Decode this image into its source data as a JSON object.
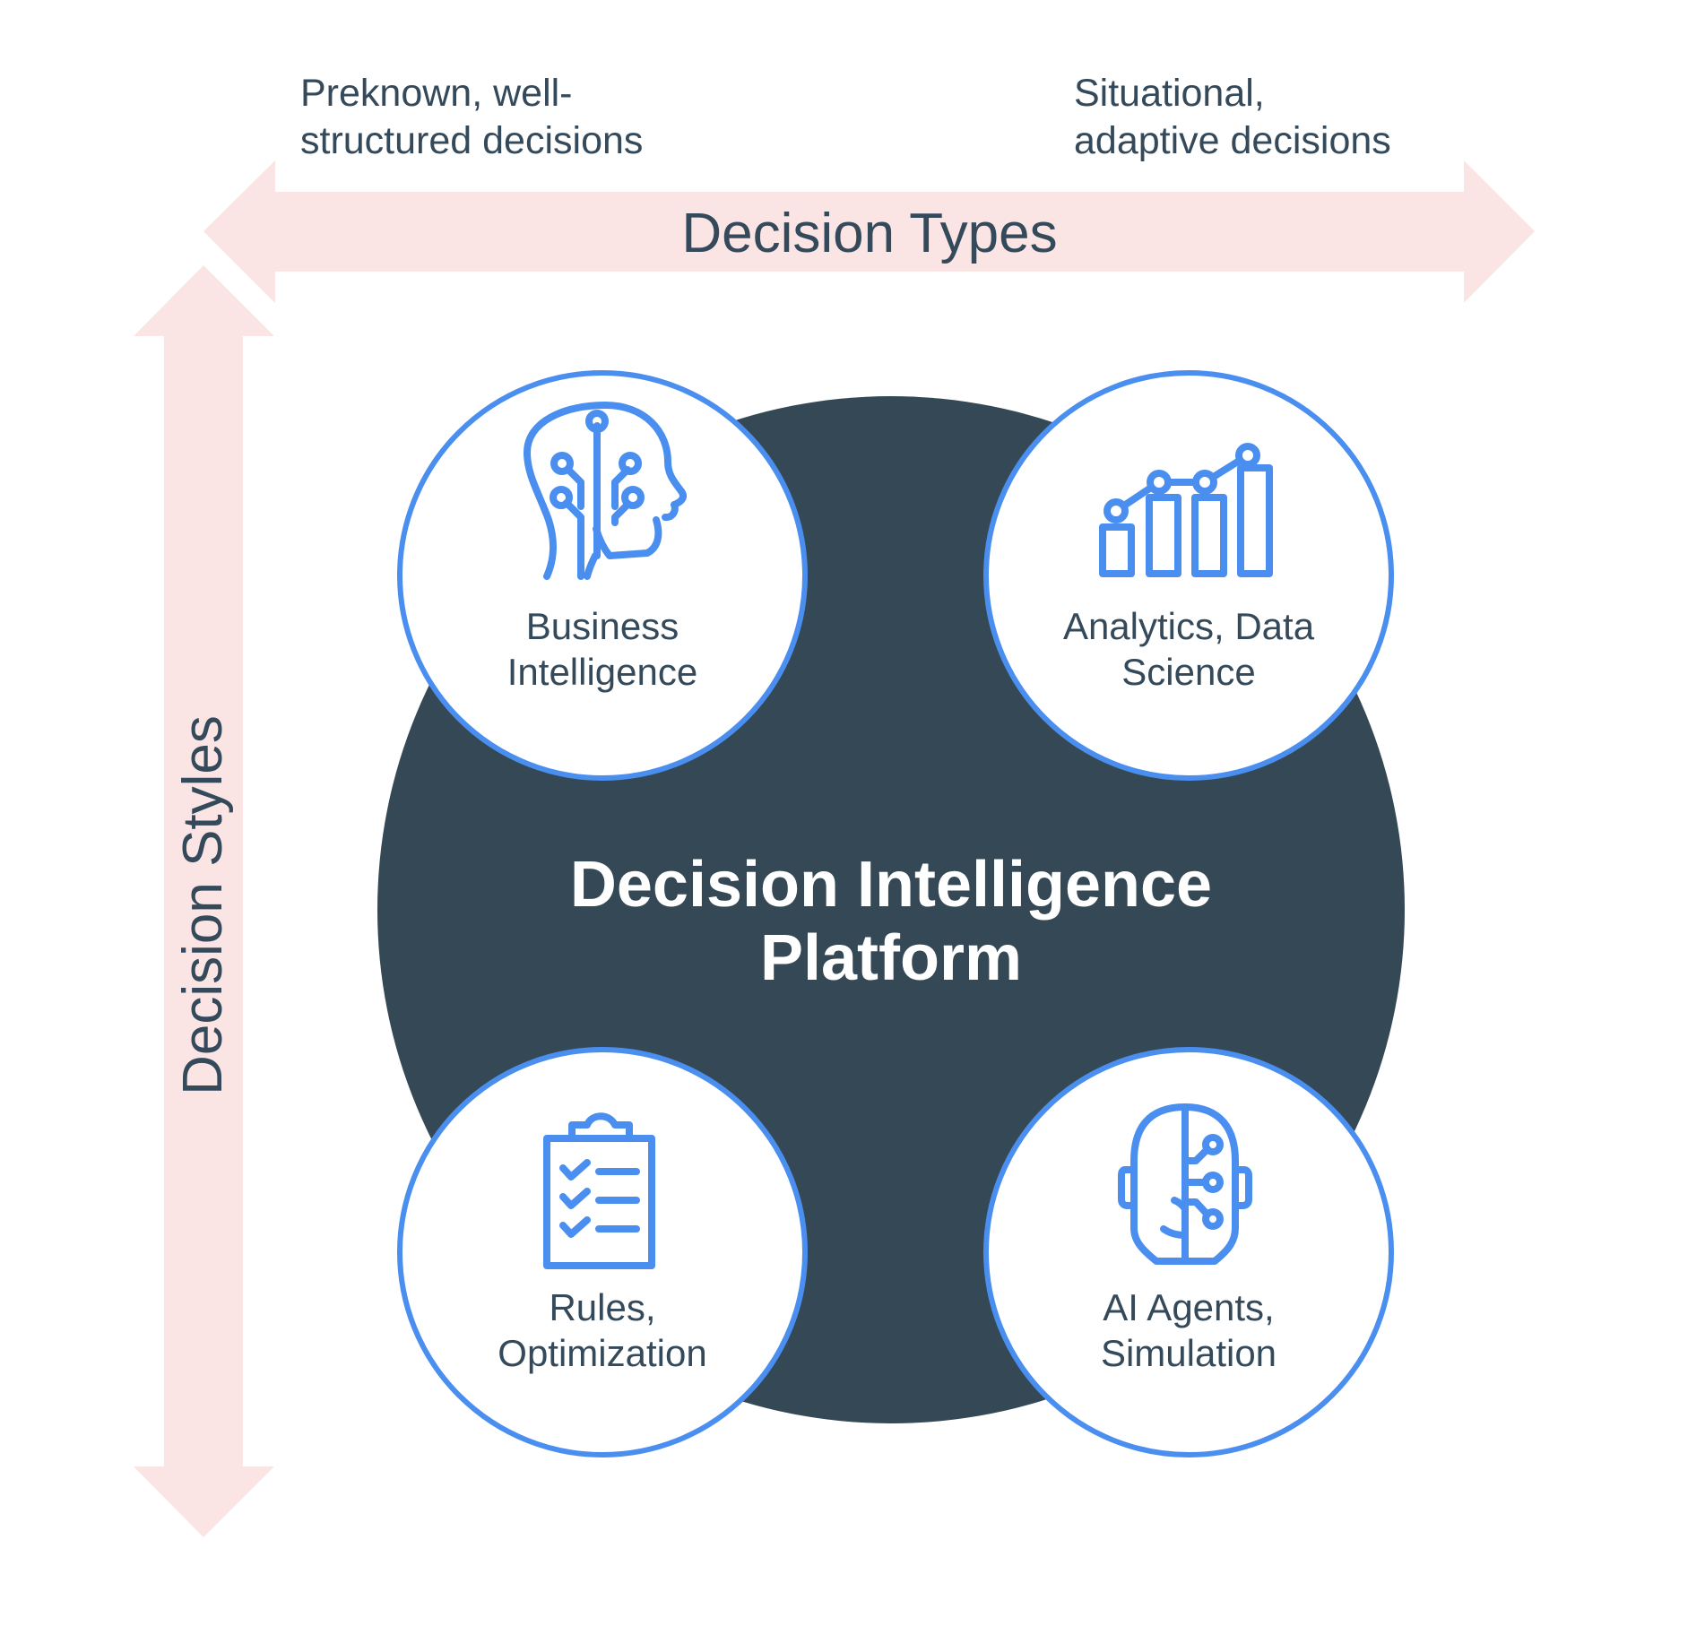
{
  "diagram": {
    "title": "Decision Intelligence Platform",
    "colors": {
      "arrow_fill": "#fbe4e4",
      "hub_fill": "#344856",
      "node_stroke": "#4a8ff0",
      "node_fill": "#ffffff",
      "text": "#34495a",
      "hub_text": "#ffffff",
      "icon": "#4a8ff0"
    },
    "axes": {
      "horizontal": {
        "label": "Decision Types",
        "left_end_label": "Preknown, well-\nstructured decisions",
        "right_end_label": "Situational,\nadaptive decisions"
      },
      "vertical": {
        "label": "Decision Styles"
      }
    },
    "hub": {
      "label": "Decision Intelligence\nPlatform"
    },
    "nodes": [
      {
        "label": "Business\nIntelligence",
        "icon": "ai-head-circuit-icon",
        "position": "top-left"
      },
      {
        "label": "Analytics, Data\nScience",
        "icon": "bar-chart-trend-icon",
        "position": "top-right"
      },
      {
        "label": "Rules,\nOptimization",
        "icon": "clipboard-checklist-icon",
        "position": "bottom-left"
      },
      {
        "label": "AI Agents,\nSimulation",
        "icon": "robot-head-icon",
        "position": "bottom-right"
      }
    ]
  }
}
